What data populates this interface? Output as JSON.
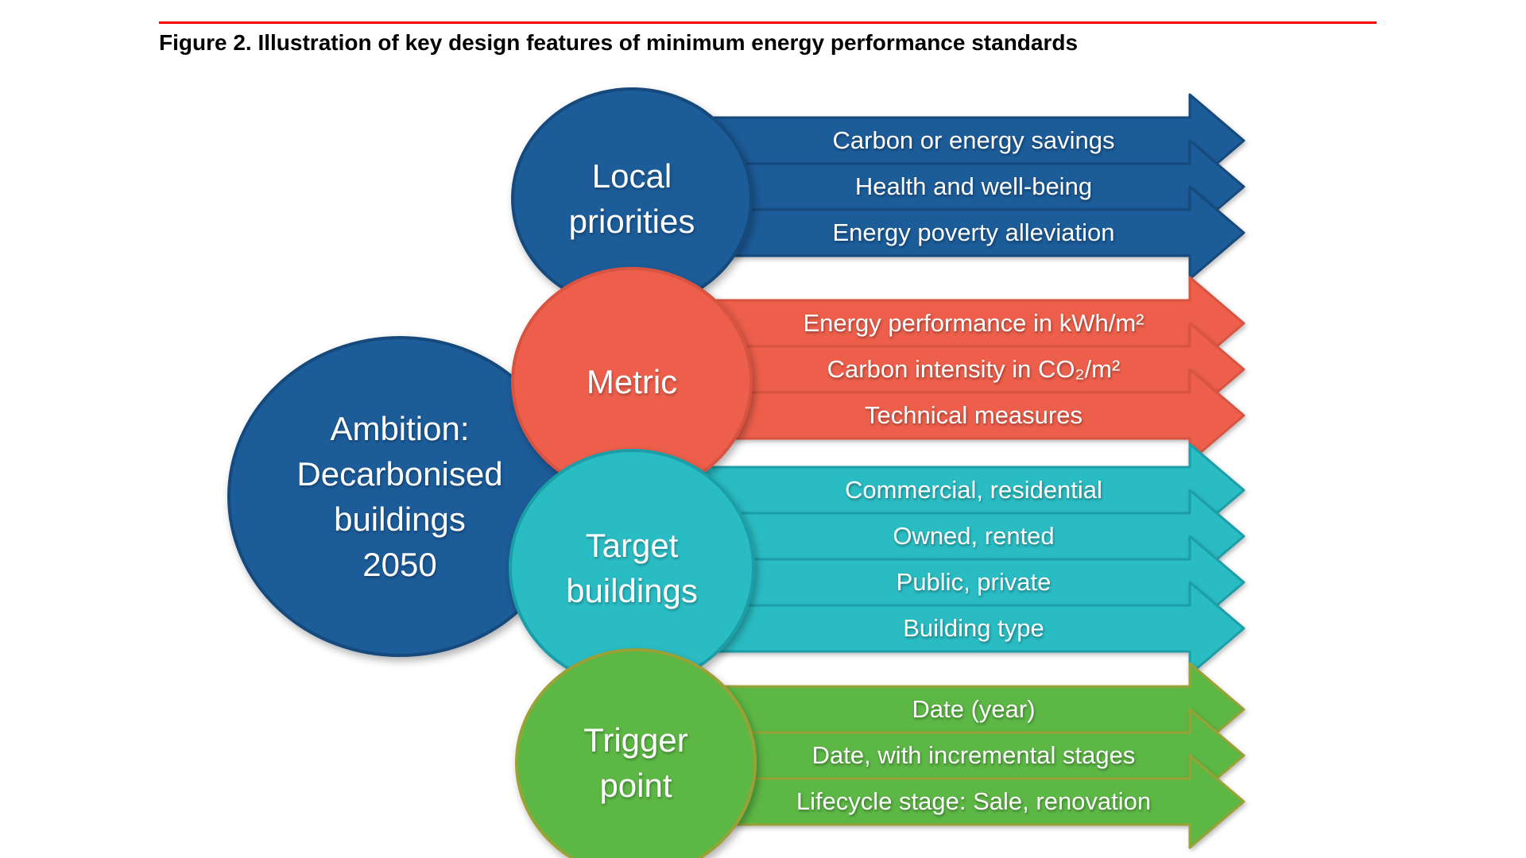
{
  "figure": {
    "title": "Figure 2. Illustration of key design features of minimum energy performance standards"
  },
  "colors": {
    "title_rule": "#ff0000",
    "title_text": "#000000",
    "text_on_shapes": "#ffffff",
    "blue": "#1f5c99",
    "red": "#ed5f4c",
    "teal": "#2bbcc3",
    "green": "#5bb745"
  },
  "ambition": {
    "id": "ambition",
    "lines": [
      "Ambition:",
      "Decarbonised",
      "buildings",
      "2050"
    ],
    "fill": "#1f5c99",
    "stroke": "#164a7b"
  },
  "groups": [
    {
      "id": "local-priorities",
      "label_lines": [
        "Local",
        "priorities"
      ],
      "fill": "#1f5c99",
      "stroke": "#164a7b",
      "items": [
        "Carbon or energy savings",
        "Health and well-being",
        "Energy poverty alleviation"
      ]
    },
    {
      "id": "metric",
      "label_lines": [
        "Metric"
      ],
      "fill": "#ed5f4c",
      "stroke": "#d85341",
      "items": [
        "Energy performance in kWh/m²",
        "Carbon intensity in CO₂/m²",
        "Technical measures"
      ]
    },
    {
      "id": "target-buildings",
      "label_lines": [
        "Target",
        "buildings"
      ],
      "fill": "#2bbcc3",
      "stroke": "#1e9ea9",
      "items": [
        "Commercial, residential",
        "Owned, rented",
        "Public, private",
        "Building type"
      ]
    },
    {
      "id": "trigger-point",
      "label_lines": [
        "Trigger",
        "point"
      ],
      "fill": "#5bb745",
      "stroke": "#9aa135",
      "items": [
        "Date (year)",
        "Date, with incremental stages",
        "Lifecycle stage: Sale, renovation"
      ]
    }
  ]
}
